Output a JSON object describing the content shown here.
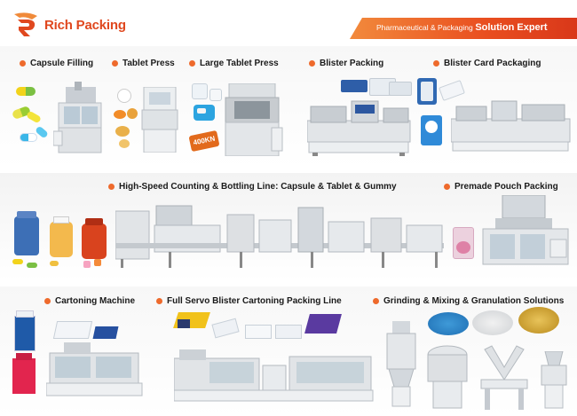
{
  "brand": {
    "name": "Rich Packing"
  },
  "banner": {
    "prefix": "Pharmaceutical & Packaging",
    "highlight": "Solution Expert"
  },
  "sections": {
    "capsule_filling": "Capsule Filling",
    "tablet_press": "Tablet Press",
    "large_tablet_press": "Large Tablet Press",
    "blister_packing": "Blister Packing",
    "blister_card": "Blister Card Packaging",
    "bottling": "High-Speed Counting & Bottling Line:  Capsule & Tablet & Gummy",
    "premade_pouch": "Premade Pouch Packing",
    "cartoning": "Cartoning Machine",
    "servo_blister": "Full Servo Blister Cartoning Packing Line",
    "grinding": "Grinding & Mixing & Granulation Solutions"
  },
  "badges": {
    "press_force": "400KN"
  },
  "colors": {
    "accent": "#ee6a2c",
    "brand": "#e0481f",
    "machine": "#d9dde2"
  }
}
